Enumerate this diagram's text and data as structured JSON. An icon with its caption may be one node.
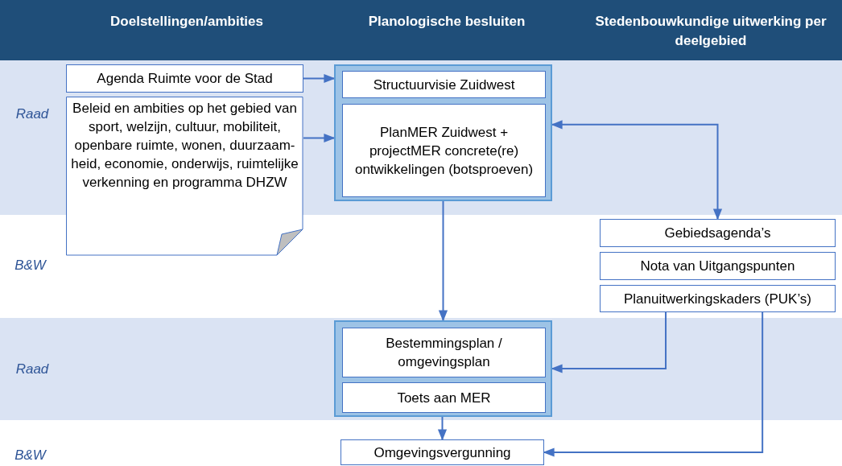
{
  "diagram": {
    "nodes": [
      {
        "text": [
          "Agenda Ruimte voor de Stad"
        ]
      },
      {
        "text": [
          "Beleid en ambities op het gebied van sport, welzijn, cultuur, mobiliteit, openbare ruimte, wonen, duurzaam- heid, economie, onderwijs, ruimtelijke verkenning en programma DHZW"
        ]
      },
      {
        "text": [],
        "shape": "box"
      },
      {
        "text": [
          "Structuurvisie Zuidwest"
        ],
        "in": 2
      },
      {
        "text": [
          "PlanMER Zuidwest + projectMER concrete(re) ontwikkelingen (botsproeven)"
        ],
        "in": 2
      },
      {
        "text": [
          "Gebiedsagenda’s"
        ]
      },
      {
        "text": [
          "Nota van Uitgangspunten"
        ]
      },
      {
        "text": [
          "Planuitwerkingskaders (PUK’s)"
        ]
      },
      {
        "text": [],
        "shape": "box"
      },
      {
        "text": [
          "Bestemmingsplan / omgevingsplan"
        ],
        "in": 8
      },
      {
        "text": [
          "Toets aan MER"
        ],
        "in": 8
      },
      {
        "text": [
          "Omgevingsvergunning"
        ]
      }
    ],
    "edges": [
      {
        "from": 0,
        "to": 2,
        "arrow": "to"
      },
      {
        "from": 1,
        "to": 2,
        "arrow": "to"
      },
      {
        "from": 2,
        "to": 5,
        "arrow": "both"
      },
      {
        "from": 2,
        "to": 8,
        "arrow": "to"
      },
      {
        "from": 7,
        "to": 8,
        "arrow": "to"
      },
      {
        "from": 8,
        "to": 11,
        "arrow": "to"
      },
      {
        "from": 7,
        "to": 11,
        "arrow": "to"
      }
    ],
    "labels": [
      "Doelstellingen/ambities",
      "Planologische besluiten",
      "Stedenbouwkundige uitwerking per deelgebied",
      "Raad",
      "B&W",
      "Raad",
      "B&W"
    ]
  }
}
